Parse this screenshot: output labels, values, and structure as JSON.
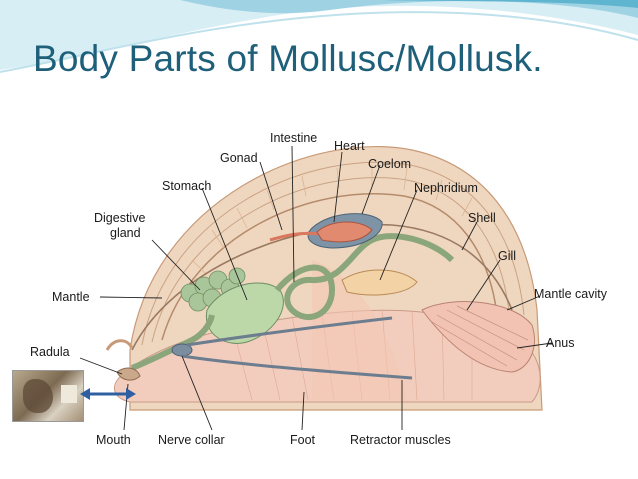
{
  "slide": {
    "title": "Body Parts of Mollusc/Mollusk."
  },
  "diagram": {
    "labels": {
      "intestine": "Intestine",
      "heart": "Heart",
      "gonad": "Gonad",
      "coelom": "Coelom",
      "stomach": "Stomach",
      "nephridium": "Nephridium",
      "digestive": "Digestive",
      "gland": "gland",
      "shell": "Shell",
      "gill": "Gill",
      "mantle": "Mantle",
      "mantle_cavity": "Mantle cavity",
      "radula": "Radula",
      "anus": "Anus",
      "mouth": "Mouth",
      "nerve_collar": "Nerve collar",
      "foot": "Foot",
      "retractor_muscles": "Retractor muscles"
    }
  },
  "colors": {
    "title": "#1e5f7a",
    "swoosh_light": "#cde8f2",
    "swoosh_mid": "#8ecde2",
    "shell": "#e8c9a9",
    "muscle": "#f0c6b4",
    "digestive": "#a9c79b",
    "heart": "#d9775f",
    "nerve": "#6b7d8f"
  }
}
